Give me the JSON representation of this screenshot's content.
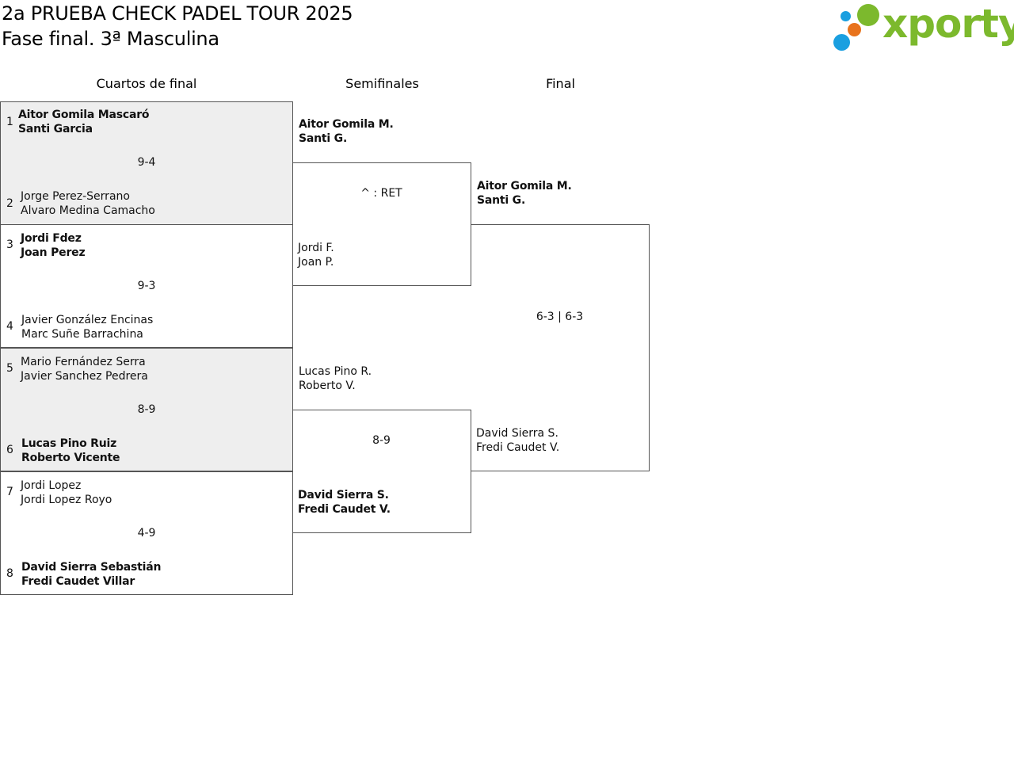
{
  "header": {
    "title": "2a PRUEBA CHECK PADEL TOUR 2025",
    "subtitle": "Fase final. 3ª Masculina"
  },
  "logo": {
    "wordmark": "xporty",
    "colors": {
      "green": "#7cb92d",
      "orange": "#e8731c",
      "blue": "#1a9fe0"
    }
  },
  "rounds": [
    "Cuartos de final",
    "Semifinales",
    "Final"
  ],
  "quarterfinals": [
    {
      "score": "9-4",
      "top": {
        "seed": "1",
        "players": [
          "Aitor Gomila Mascaró",
          "Santi Garcia"
        ],
        "winner": true
      },
      "bottom": {
        "seed": "2",
        "players": [
          "Jorge Perez-Serrano",
          "Alvaro Medina Camacho"
        ],
        "winner": false
      }
    },
    {
      "score": "9-3",
      "top": {
        "seed": "3",
        "players": [
          "Jordi Fdez",
          "Joan Perez"
        ],
        "winner": true
      },
      "bottom": {
        "seed": "4",
        "players": [
          "Javier González Encinas",
          "Marc Suñe Barrachina"
        ],
        "winner": false
      }
    },
    {
      "score": "8-9",
      "top": {
        "seed": "5",
        "players": [
          "Mario Fernández Serra",
          "Javier Sanchez Pedrera"
        ],
        "winner": false
      },
      "bottom": {
        "seed": "6",
        "players": [
          "Lucas Pino Ruiz",
          "Roberto Vicente"
        ],
        "winner": true
      }
    },
    {
      "score": "4-9",
      "top": {
        "seed": "7",
        "players": [
          "Jordi Lopez",
          "Jordi Lopez Royo"
        ],
        "winner": false
      },
      "bottom": {
        "seed": "8",
        "players": [
          "David Sierra Sebastián",
          "Fredi Caudet Villar"
        ],
        "winner": true
      }
    }
  ],
  "semifinals": [
    {
      "score": "^ : RET",
      "top": {
        "players": [
          "Aitor Gomila M.",
          "Santi G."
        ],
        "winner": true
      },
      "bottom": {
        "players": [
          "Jordi F.",
          "Joan P."
        ],
        "winner": false
      }
    },
    {
      "score": "8-9",
      "top": {
        "players": [
          "Lucas Pino R.",
          "Roberto V."
        ],
        "winner": false
      },
      "bottom": {
        "players": [
          "David Sierra S.",
          "Fredi Caudet V."
        ],
        "winner": true
      }
    }
  ],
  "final": {
    "score": "6-3 | 6-3",
    "top": {
      "players": [
        "Aitor Gomila M.",
        "Santi G."
      ],
      "winner": true
    },
    "bottom": {
      "players": [
        "David Sierra S.",
        "Fredi Caudet V."
      ],
      "winner": false
    }
  }
}
